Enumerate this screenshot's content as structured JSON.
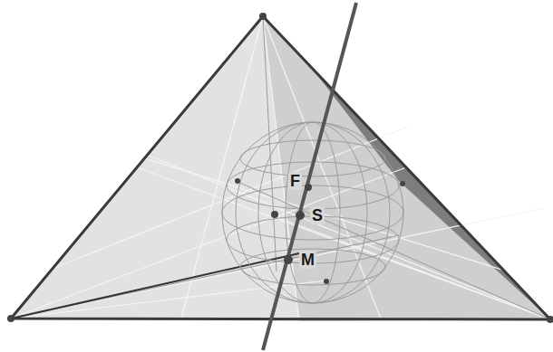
{
  "diagram": {
    "labels": [
      "F",
      "S",
      "M"
    ]
  }
}
